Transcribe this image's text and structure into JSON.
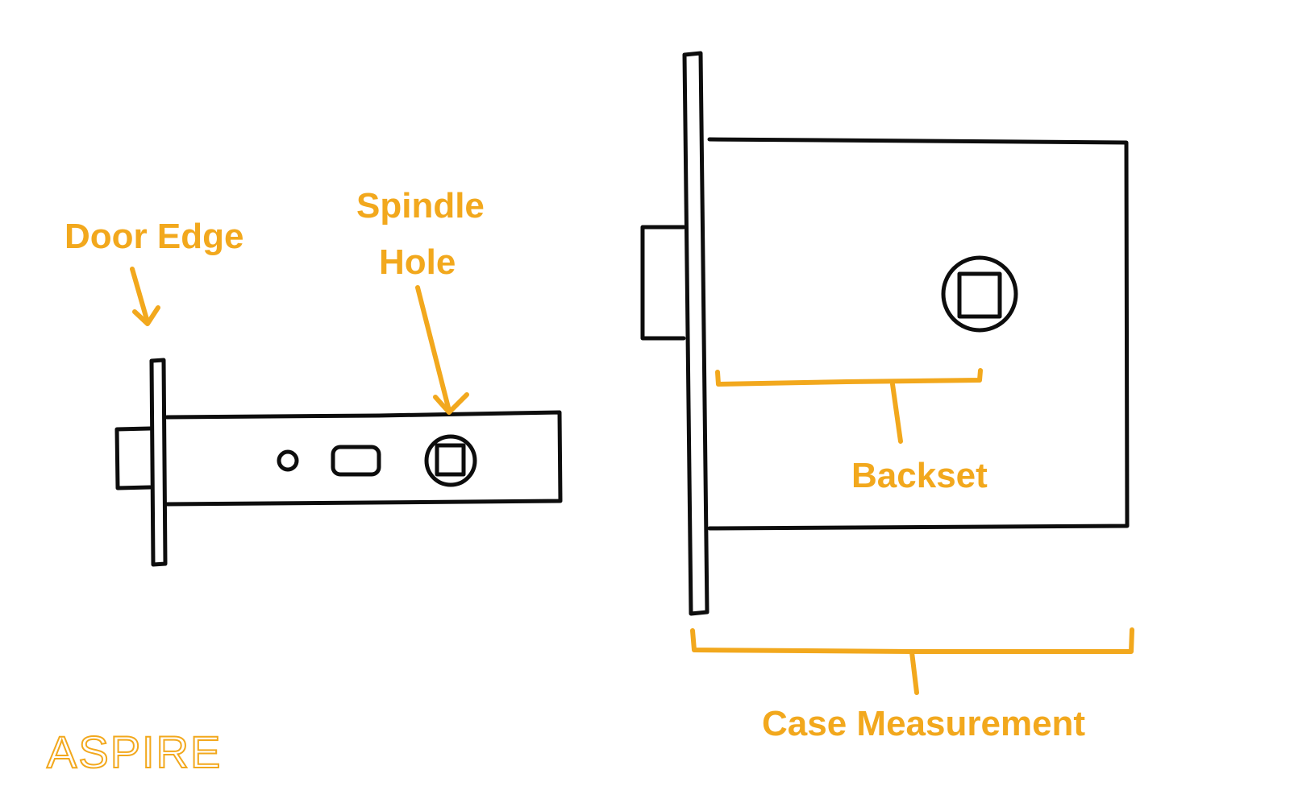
{
  "labels": {
    "door_edge": "Door Edge",
    "spindle_hole_line1": "Spindle",
    "spindle_hole_line2": "Hole",
    "backset": "Backset",
    "case_measurement": "Case Measurement"
  },
  "logo": {
    "text": "ASPIRE"
  },
  "colors": {
    "accent": "#f2a81d",
    "ink": "#0d0d0d",
    "background": "#ffffff"
  }
}
